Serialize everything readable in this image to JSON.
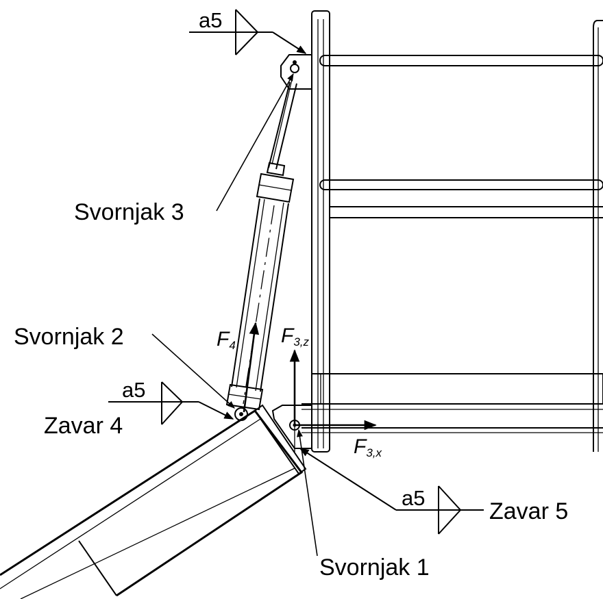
{
  "labels": {
    "pin3": "Svornjak 3",
    "pin2": "Svornjak 2",
    "pin1": "Svornjak 1",
    "weld4": "Zavar 4",
    "weld5": "Zavar 5"
  },
  "weld_symbols": {
    "top": "a5",
    "left": "a5",
    "right": "a5"
  },
  "forces": {
    "f4_main": "F",
    "f4_sub": "4",
    "f3z_main": "F",
    "f3z_sub": "3,z",
    "f3x_main": "F",
    "f3x_sub": "3,x"
  }
}
